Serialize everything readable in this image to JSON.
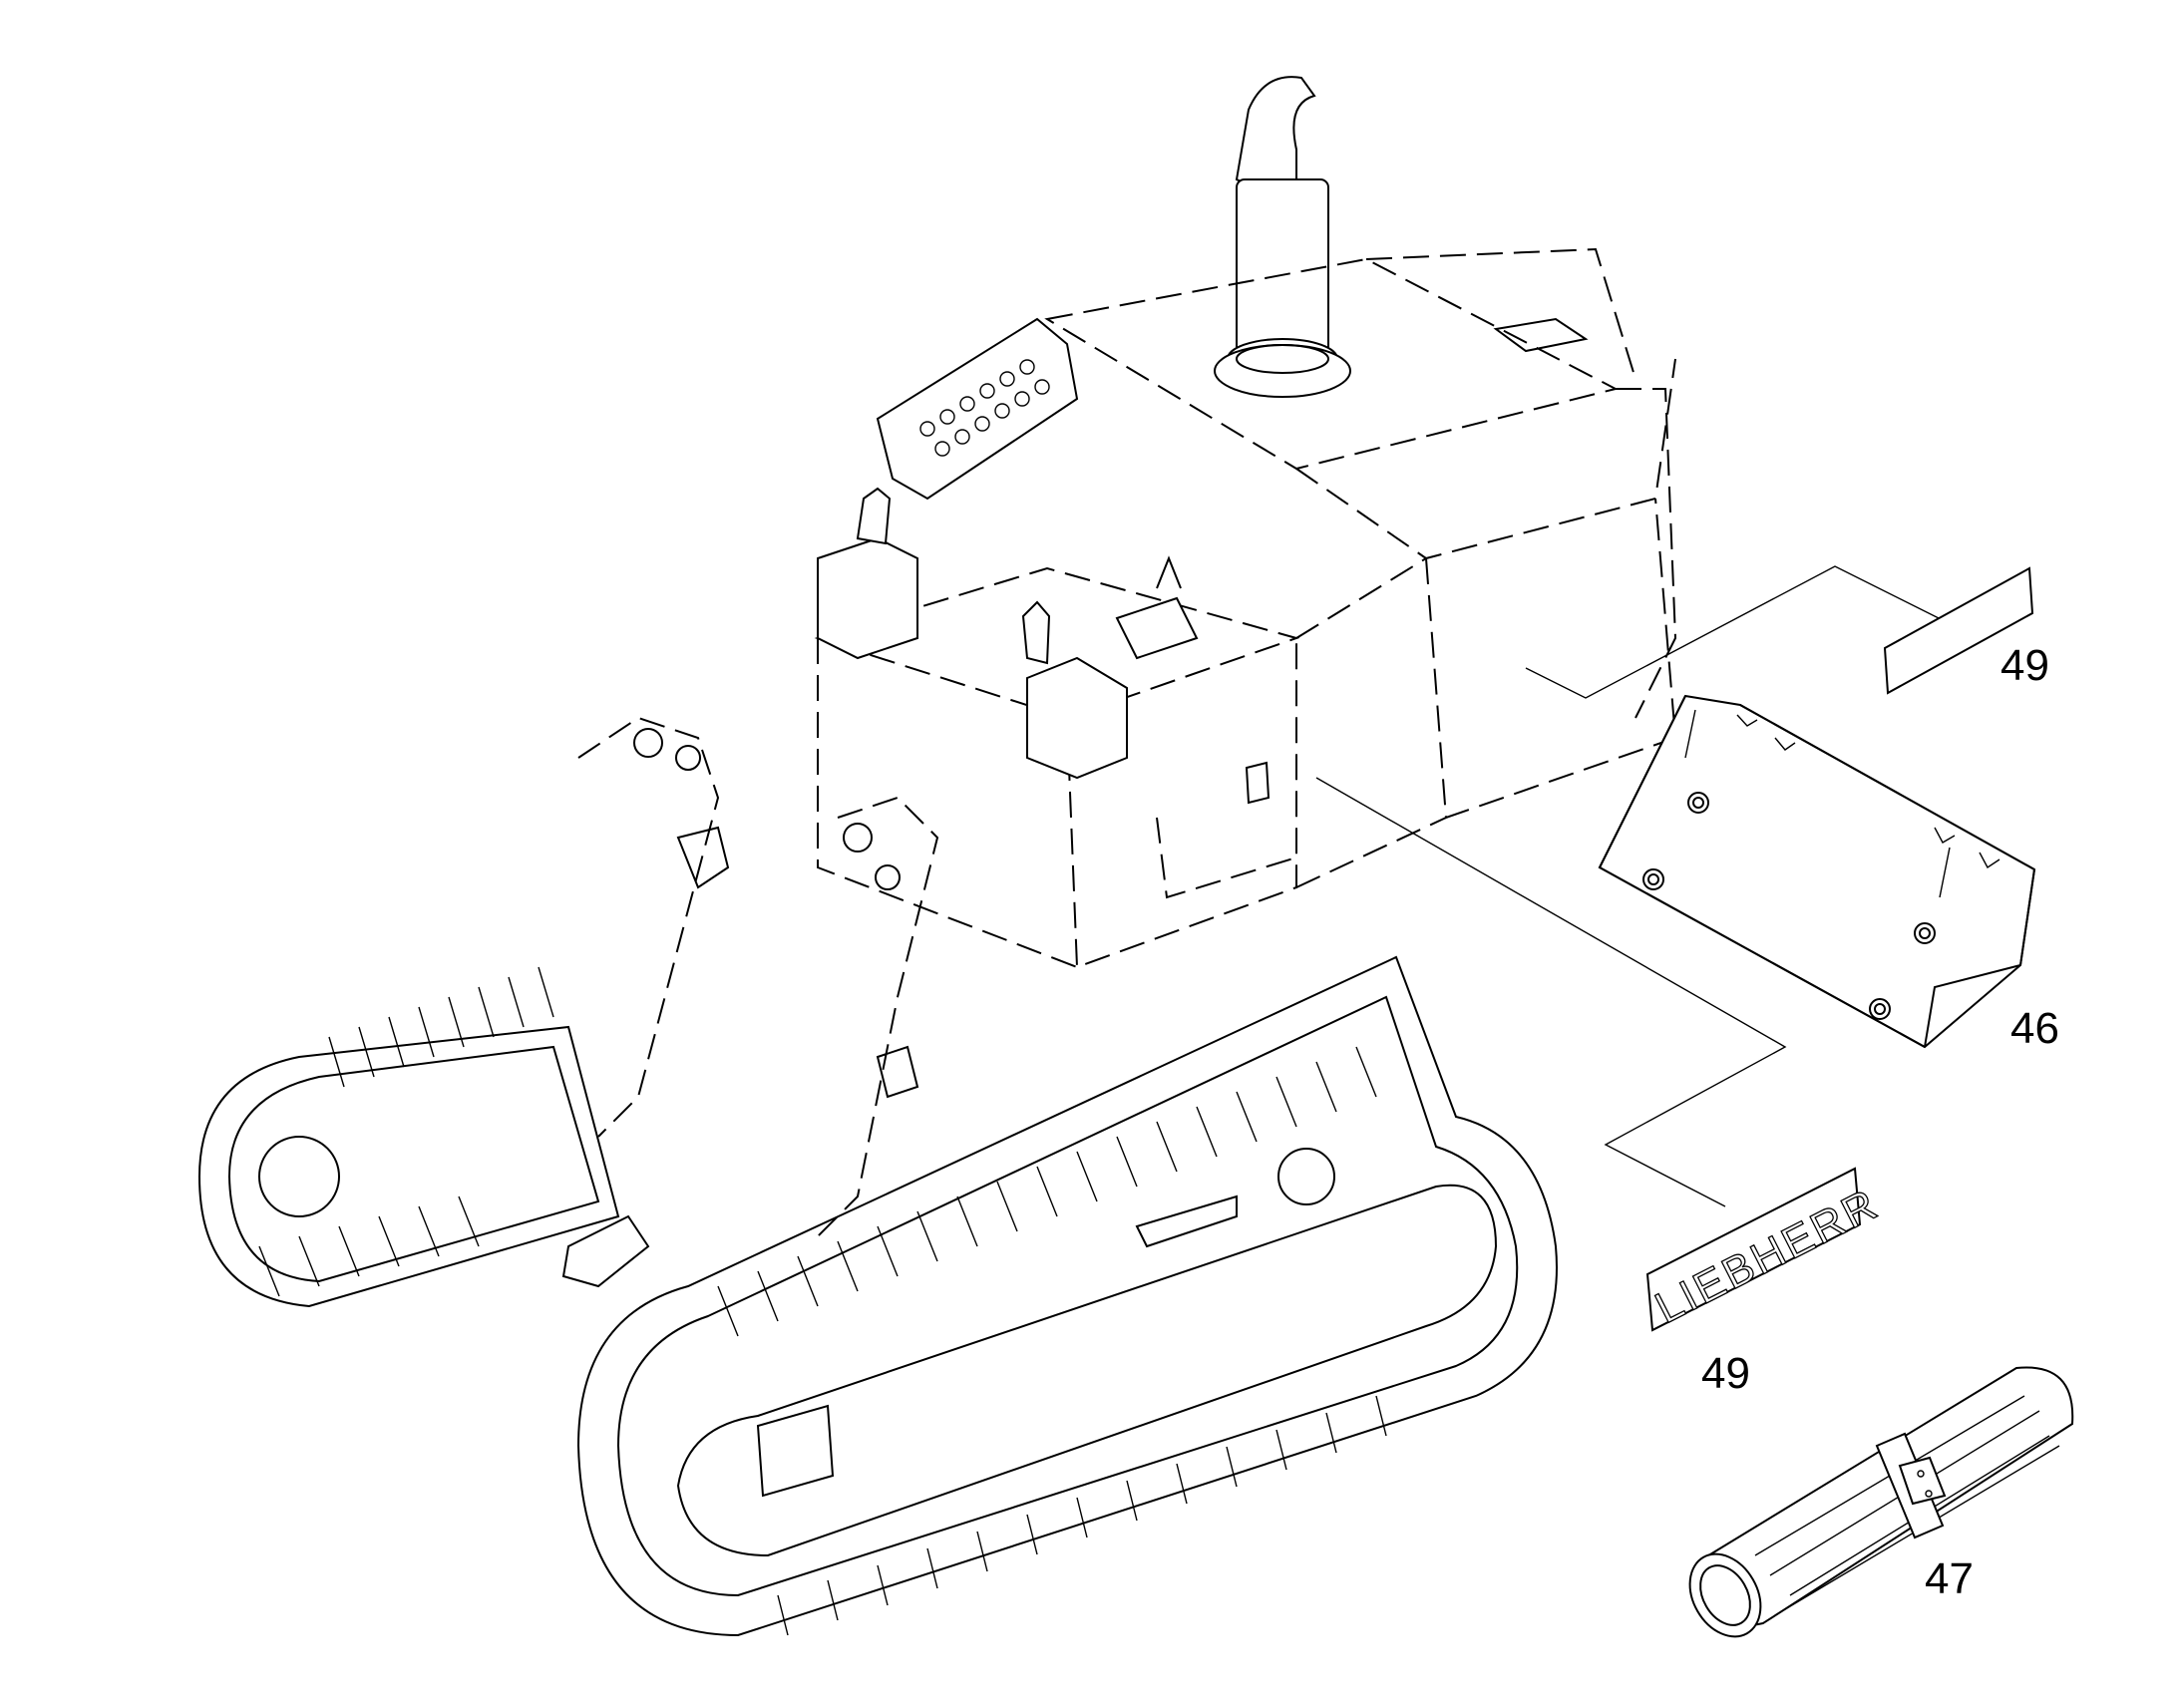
{
  "diagram": {
    "type": "exploded parts illustration",
    "callouts": [
      {
        "id": "upper-decal",
        "label": "49"
      },
      {
        "id": "counterweight",
        "label": "46"
      },
      {
        "id": "lower-decal",
        "label": "49"
      },
      {
        "id": "rolled-kit",
        "label": "47"
      }
    ],
    "decal_text": "LIEBHERR"
  },
  "colors": {
    "line": "#000000",
    "background": "#ffffff"
  }
}
